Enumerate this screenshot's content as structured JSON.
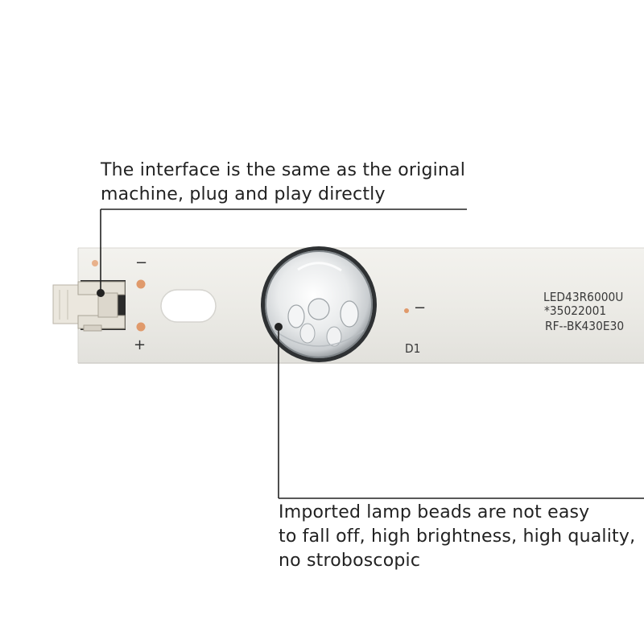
{
  "callouts": {
    "top": {
      "line1": "The interface is the same as the original",
      "line2": "machine, plug and play directly"
    },
    "bottom": {
      "line1": "Imported lamp beads are not easy",
      "line2": "to fall off, high brightness, high quality,",
      "line3": "no stroboscopic"
    }
  },
  "board": {
    "model_line1": "LED43R6000U",
    "model_line2": "*35022001",
    "model_line3": "RF--BK430E30",
    "led_designator": "D1",
    "minus_sign": "−",
    "plus_sign": "+"
  },
  "colors": {
    "board": "#ecebe6",
    "connector": "#e8e4db",
    "copper_pad": "#e09a6b",
    "callout_line": "#222222",
    "text": "#222222"
  }
}
